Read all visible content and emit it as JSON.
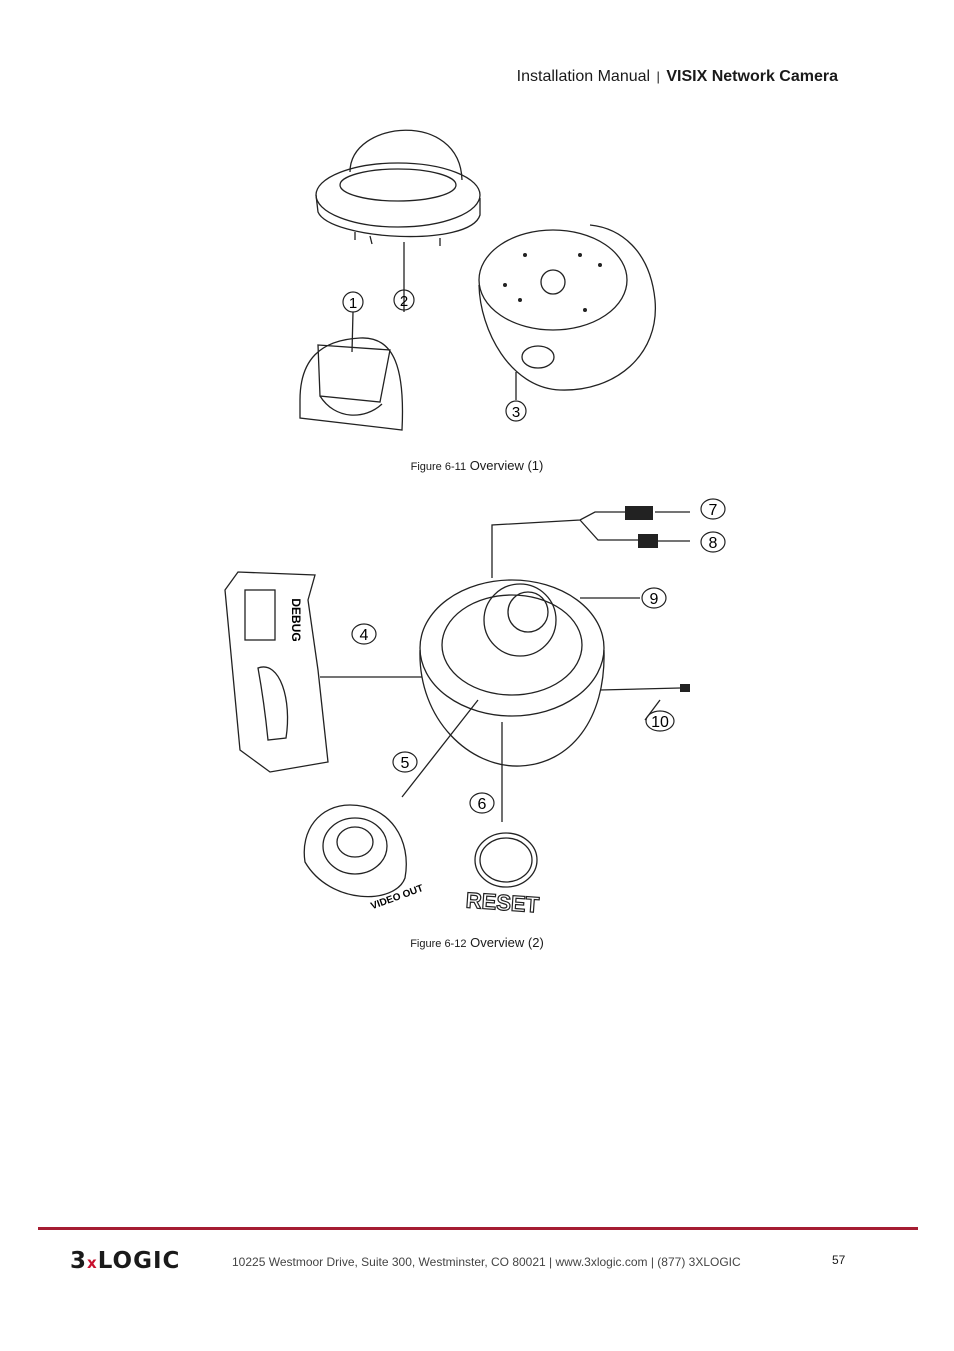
{
  "header": {
    "doc_type": "Installation Manual",
    "separator": "|",
    "product": "VISIX Network Camera"
  },
  "figure1": {
    "number": "Figure 6-11",
    "title": "Overview (1)",
    "callouts": [
      "1",
      "2",
      "3"
    ]
  },
  "figure2": {
    "number": "Figure 6-12",
    "title": "Overview (2)",
    "callouts": [
      "4",
      "5",
      "6",
      "7",
      "8",
      "9",
      "10"
    ],
    "labels": {
      "debug": "DEBUG",
      "video_out": "VIDEO OUT",
      "reset": "RESET"
    }
  },
  "footer": {
    "logo_main": "3",
    "logo_x": "x",
    "logo_rest": "LOGIC",
    "address": "10225 Westmoor Drive, Suite 300, Westminster, CO 80021 | www.3xlogic.com | (877) 3XLOGIC",
    "page_number": "57",
    "accent_color": "#a51d32"
  }
}
